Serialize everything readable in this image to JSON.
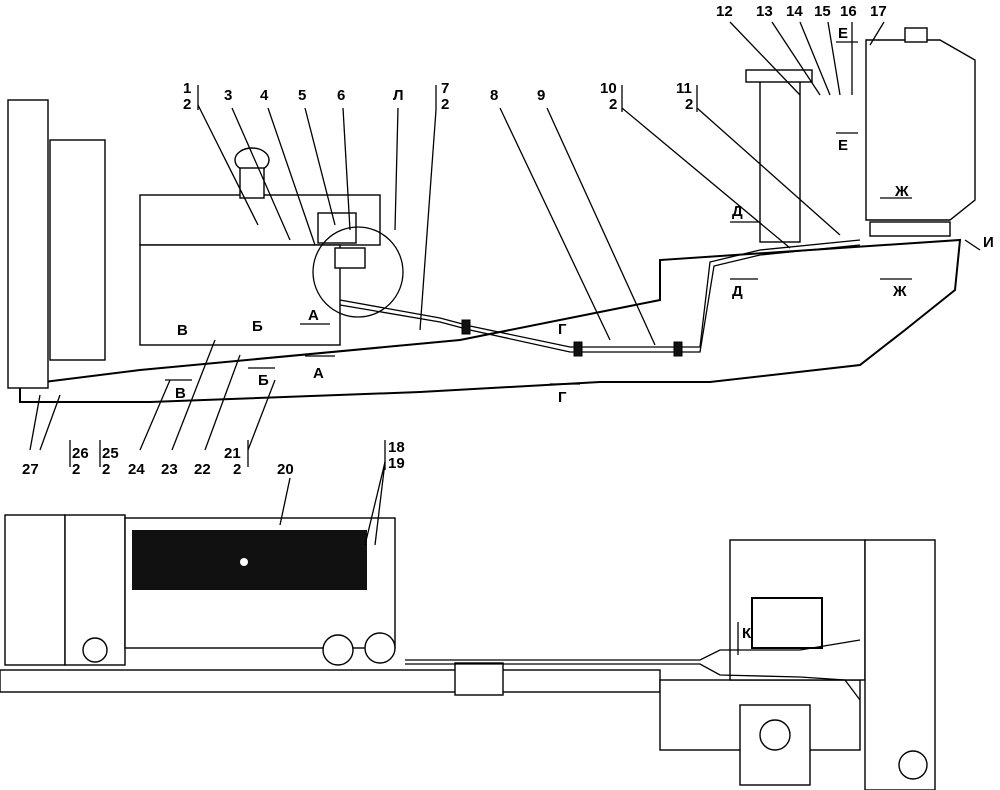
{
  "top_view": {
    "callouts": {
      "c1": "1",
      "c1s": "2",
      "c3": "3",
      "c4": "4",
      "c5": "5",
      "c6": "6",
      "cL": "Л",
      "c7": "7",
      "c7s": "2",
      "c8": "8",
      "c9": "9",
      "c10": "10",
      "c10s": "2",
      "c11": "11",
      "c11s": "2",
      "c12": "12",
      "c13": "13",
      "c14": "14",
      "c15": "15",
      "c16": "16",
      "c17": "17",
      "c27": "27",
      "c26": "26",
      "c26s": "2",
      "c25": "25",
      "c25s": "2",
      "c24": "24",
      "c23": "23",
      "c22": "22",
      "c21": "21",
      "c21s": "2"
    },
    "views": {
      "E1": "Е",
      "E2": "Е",
      "Zh1": "Ж",
      "Zh2": "Ж",
      "D1": "Д",
      "D2": "Д",
      "I": "И",
      "A1": "А",
      "A2": "А",
      "B1": "Б",
      "B2": "Б",
      "V1": "В",
      "V2": "В",
      "G1": "Г",
      "G2": "Г"
    }
  },
  "bottom_view": {
    "callouts": {
      "c20": "20",
      "c18": "18",
      "c19": "19",
      "cK": "К"
    }
  }
}
